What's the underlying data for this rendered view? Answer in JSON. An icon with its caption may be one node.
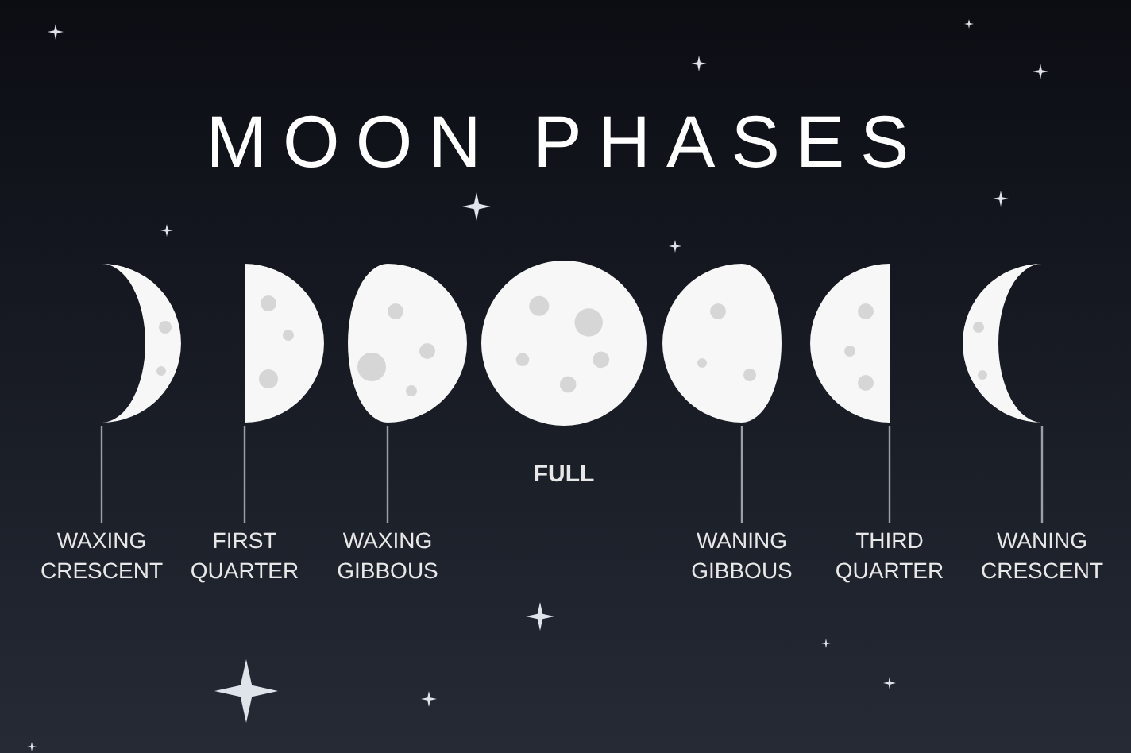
{
  "diagram": {
    "title": "MOON PHASES",
    "nodes": [
      {
        "text": [],
        "shape": "picture"
      },
      {
        "text": [],
        "shape": "picture"
      },
      {
        "text": [],
        "shape": "picture"
      },
      {
        "text": [],
        "shape": "picture"
      },
      {
        "text": [],
        "shape": "picture"
      },
      {
        "text": [],
        "shape": "picture"
      },
      {
        "text": [],
        "shape": "picture"
      },
      {
        "text": [
          "WAXING CRESCENT"
        ]
      },
      {
        "text": [
          "FIRST QUARTER"
        ]
      },
      {
        "text": [
          "WAXING GIBBOUS"
        ]
      },
      {
        "text": [
          "WANING GIBBOUS"
        ]
      },
      {
        "text": [
          "THIRD QUARTER"
        ]
      },
      {
        "text": [
          "WANING CRESCENT"
        ]
      }
    ],
    "edges": [
      {
        "from": 7,
        "to": 0,
        "arrow": "none"
      },
      {
        "from": 8,
        "to": 1,
        "arrow": "none"
      },
      {
        "from": 9,
        "to": 2,
        "arrow": "none"
      },
      {
        "from": 10,
        "to": 4,
        "arrow": "none"
      },
      {
        "from": 11,
        "to": 5,
        "arrow": "none"
      },
      {
        "from": 12,
        "to": 6,
        "arrow": "none"
      }
    ],
    "labels": [
      "FULL"
    ]
  }
}
